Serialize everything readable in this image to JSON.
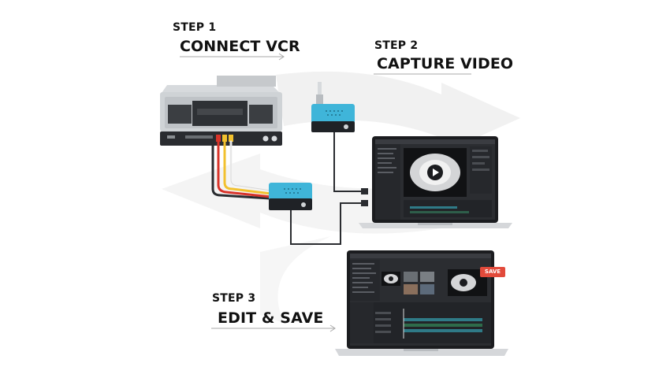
{
  "steps": [
    {
      "number": "STEP 1",
      "title": "CONNECT VCR"
    },
    {
      "number": "STEP 2",
      "title": "CAPTURE VIDEO"
    },
    {
      "number": "STEP 3",
      "title": "EDIT & SAVE"
    }
  ],
  "editor": {
    "save_label": "SAVE"
  },
  "colors": {
    "capture_device": "#3fb5d9",
    "cable_red": "#d8342a",
    "cable_yellow": "#f2c12e",
    "cable_white": "#f4f4f4",
    "save_badge": "#e24a3b",
    "screen_bg": "#2b2d31"
  },
  "icons": [
    "play-icon",
    "arrow-icon"
  ]
}
